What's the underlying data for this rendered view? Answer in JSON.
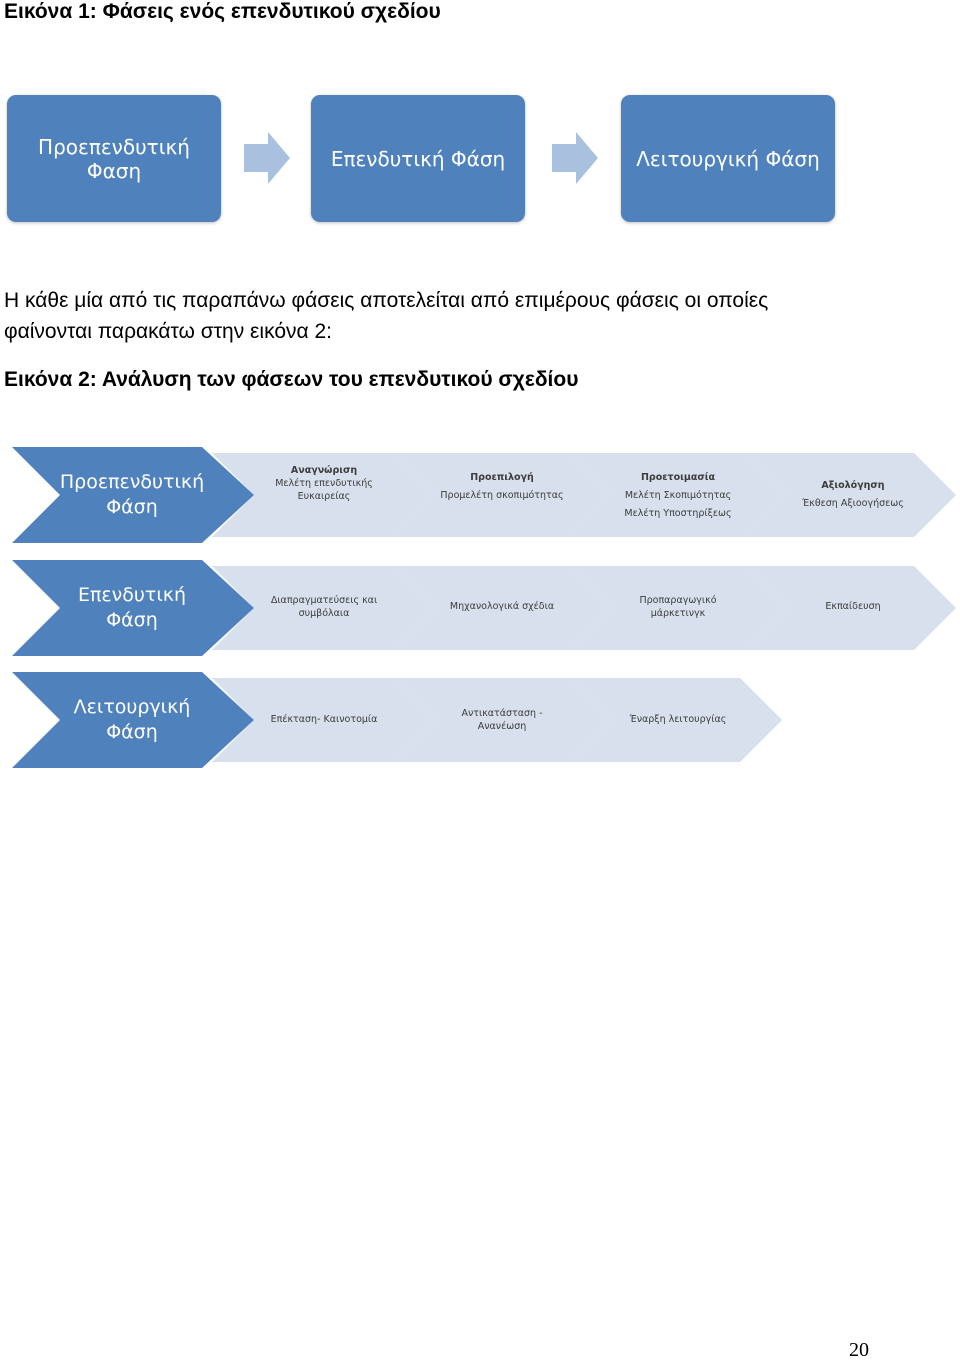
{
  "figure1": {
    "caption": "Εικόνα 1: Φάσεις ενός επενδυτικού σχεδίου",
    "phases": [
      {
        "label": "Προεπενδυτική\nΦαση"
      },
      {
        "label": "Επενδυτική Φάση"
      },
      {
        "label": "Λειτουργική Φάση"
      }
    ]
  },
  "paragraph": {
    "line1": "Η κάθε μία από τις παραπάνω φάσεις αποτελείται από επιμέρους φάσεις οι οποίες",
    "line2": "φαίνονται παρακάτω στην εικόνα 2:"
  },
  "figure2": {
    "caption": "Εικόνα 2: Ανάλυση των φάσεων του επενδυτικού σχεδίου",
    "rows": [
      {
        "head": [
          "Προεπενδυτική",
          "Φάση"
        ],
        "steps": [
          {
            "title": "Αναγνώριση",
            "lines": [
              "Μελέτη επενδυτικής",
              "Ευκαιρείας"
            ]
          },
          {
            "title": "Προεπιλογή",
            "lines": [
              "Προμελέτη σκοπιμότητας"
            ]
          },
          {
            "title": "Προετοιμασία",
            "lines": [
              "Μελέτη Σκοπιμότητας",
              "Μελέτη Υποστηρίξεως"
            ]
          },
          {
            "title": "Αξιολόγηση",
            "lines": [
              "Έκθεση Αξιοογήσεως"
            ]
          }
        ]
      },
      {
        "head": [
          "Επενδυτική",
          "Φάση"
        ],
        "steps": [
          {
            "lines": [
              "Διαπραγματεύσεις και",
              "συμβόλαια"
            ]
          },
          {
            "lines": [
              "Μηχανολογικά σχέδια"
            ]
          },
          {
            "lines": [
              "Προπαραγωγικό",
              "μάρκετινγκ"
            ]
          },
          {
            "lines": [
              "Εκπαίδευση"
            ]
          }
        ]
      },
      {
        "head": [
          "Λειτουργική",
          "Φάση"
        ],
        "steps": [
          {
            "lines": [
              "Επέκταση- Καινοτομία"
            ]
          },
          {
            "lines": [
              "Αντικατάσταση -",
              "Ανανέωση"
            ]
          },
          {
            "lines": [
              "Έναρξη λειτουργίας"
            ]
          }
        ]
      }
    ]
  },
  "page_number": "20",
  "colors": {
    "head_blue": "#4f81bd",
    "step_fill": "#d7e0ec",
    "arrow_fill": "#a9c1df"
  }
}
